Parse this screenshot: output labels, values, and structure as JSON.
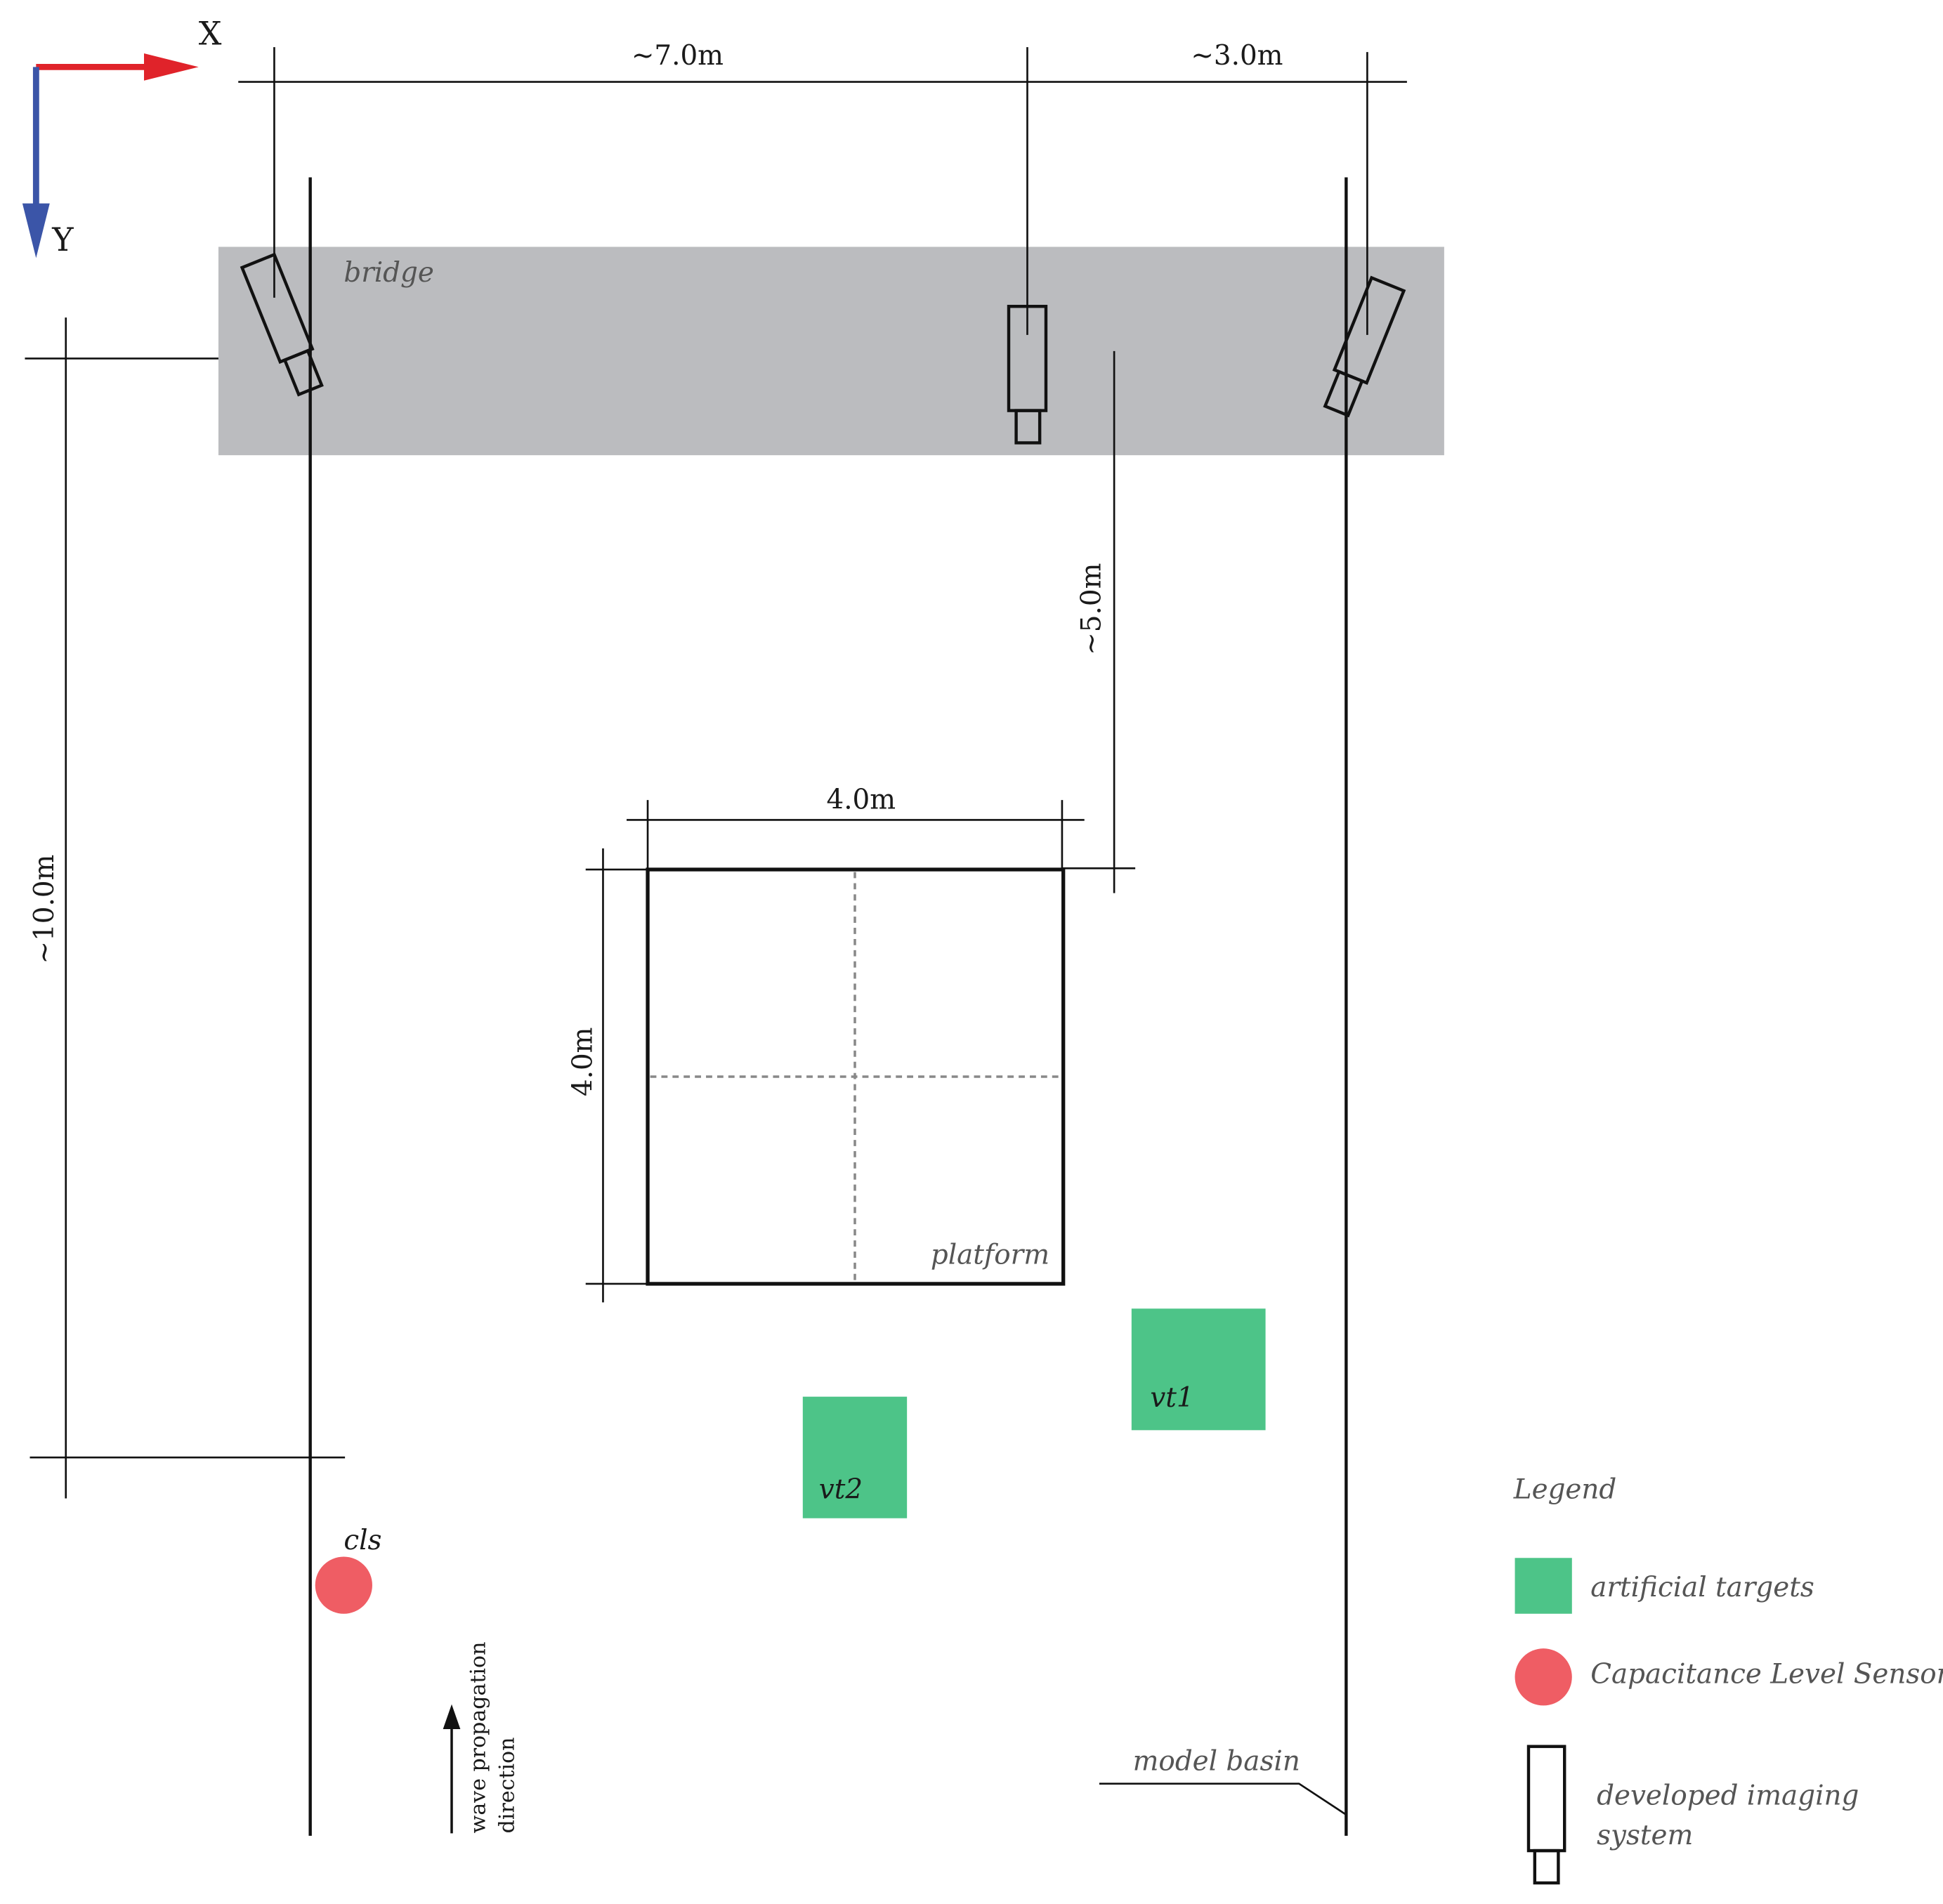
{
  "axes": {
    "x_label": "X",
    "y_label": "Y"
  },
  "dimensions": {
    "top_left": "~7.0m",
    "top_right": "~3.0m",
    "bridge_to_platform": "~5.0m",
    "platform_width": "4.0m",
    "platform_height": "4.0m",
    "basin_length": "~10.0m"
  },
  "labels": {
    "bridge": "bridge",
    "platform": "platform",
    "model_basin": "model basin",
    "wave_line1": "wave propagation",
    "wave_line2": "direction"
  },
  "targets": {
    "vt1": "vt1",
    "vt2": "vt2"
  },
  "sensor": {
    "cls": "cls"
  },
  "legend": {
    "title": "Legend",
    "artificial_targets": "artificial targets",
    "capacitance_sensor": "Capacitance Level Sensor",
    "imaging_line1": "developed imaging",
    "imaging_line2": "system"
  },
  "colors": {
    "bridge": "#bbbcbf",
    "target": "#4dc488",
    "sensor": "#ef5d64",
    "x_axis": "#e0232a",
    "y_axis": "#3b55a8"
  }
}
